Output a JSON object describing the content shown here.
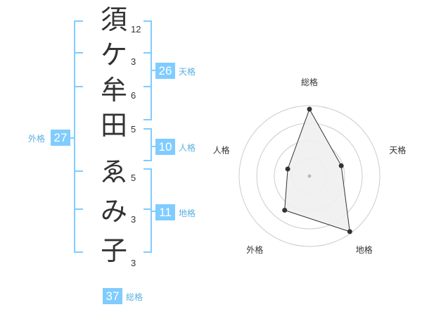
{
  "name_chars": [
    {
      "char": "須",
      "strokes": "12"
    },
    {
      "char": "ケ",
      "strokes": "3"
    },
    {
      "char": "牟",
      "strokes": "6"
    },
    {
      "char": "田",
      "strokes": "5"
    },
    {
      "char": "ゑ",
      "strokes": "5"
    },
    {
      "char": "み",
      "strokes": "3"
    },
    {
      "char": "子",
      "strokes": "3"
    }
  ],
  "kakusu": {
    "tenkaku": {
      "value": "26",
      "label": "天格"
    },
    "jinkaku": {
      "value": "10",
      "label": "人格"
    },
    "chikaku": {
      "value": "11",
      "label": "地格"
    },
    "gaikaku": {
      "value": "27",
      "label": "外格"
    },
    "soukaku": {
      "value": "37",
      "label": "総格"
    }
  },
  "radar": {
    "axes": [
      "総格",
      "天格",
      "地格",
      "外格",
      "人格"
    ],
    "values": [
      3.8,
      1.9,
      3.9,
      2.4,
      1.3
    ],
    "max": 4,
    "colors": {
      "ring": "#cccccc",
      "fill": "#f0f0f0",
      "line": "#333333",
      "point": "#333333",
      "center": "#bbbbbb"
    }
  },
  "colors": {
    "accent": "#80ccff",
    "label": "#5ab0e0",
    "text": "#333333"
  }
}
